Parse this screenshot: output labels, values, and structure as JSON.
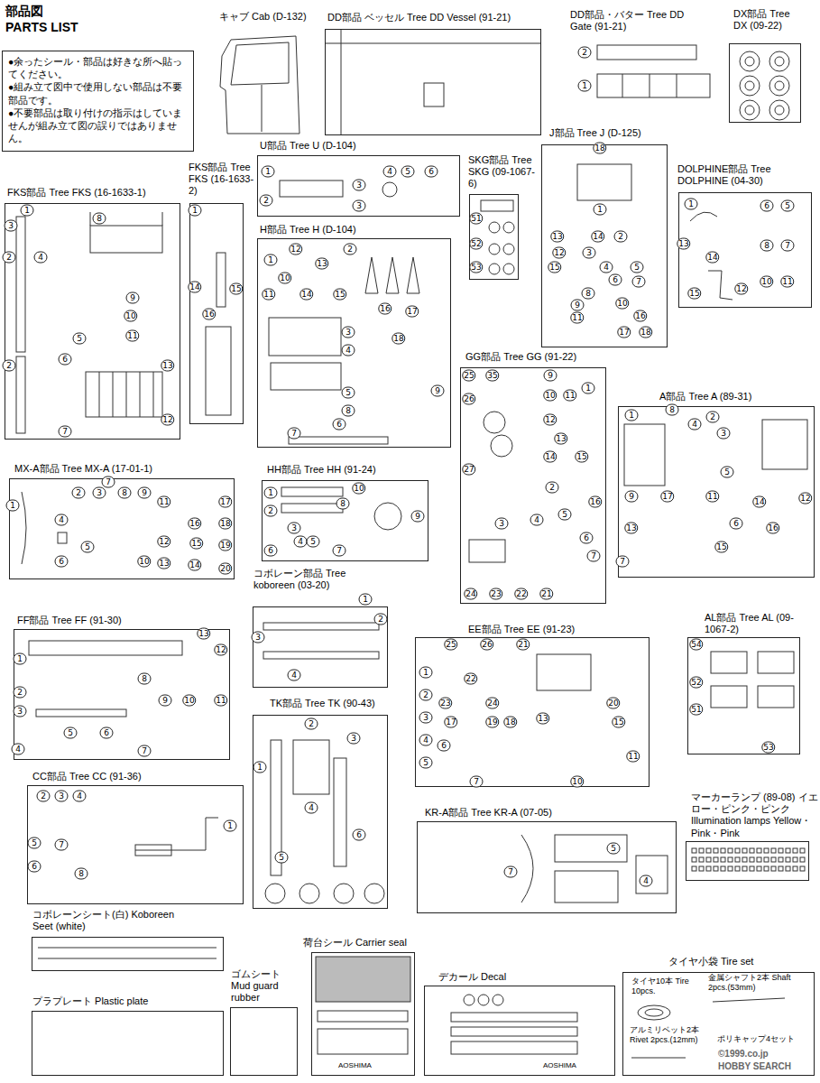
{
  "diagram": {
    "title": "部品図 PARTS LIST",
    "nodes": [
      {
        "text": [
          "●余ったシール・部品は好きな所へ貼ってください。",
          "●組み立て図中で使用しない部品は不要部品です。",
          "●不要部品は取り付けの指示はしていませんが組み立て図の誤りではありません。"
        ]
      },
      {
        "text": [
          "キャブ Cab (D-132)"
        ]
      },
      {
        "text": [
          "DD部品 ベッセル Tree DD Vessel (91-21)"
        ]
      },
      {
        "text": [
          "DD部品・バター Tree DD Gate (91-21)"
        ]
      },
      {
        "text": [
          "DX部品 Tree DX (09-22)"
        ]
      },
      {
        "text": [
          "U部品 Tree U (D-104)"
        ]
      },
      {
        "text": [
          "FKS部品 Tree FKS (16-1633-1)"
        ]
      },
      {
        "text": [
          "FKS部品 Tree FKS (16-1633-2)"
        ]
      },
      {
        "text": [
          "H部品 Tree H (D-104)"
        ]
      },
      {
        "text": [
          "SKG部品 Tree SKG (09-1067-6)"
        ]
      },
      {
        "text": [
          "J部品 Tree J (D-125)"
        ]
      },
      {
        "text": [
          "DOLPHINE部品 Tree DOLPHINE (04-30)"
        ]
      },
      {
        "text": [
          "GG部品 Tree GG (91-22)"
        ]
      },
      {
        "text": [
          "A部品 Tree A (89-31)"
        ]
      },
      {
        "text": [
          "MX-A部品 Tree MX-A (17-01-1)"
        ]
      },
      {
        "text": [
          "HH部品 Tree HH (91-24)"
        ]
      },
      {
        "text": [
          "コボレーン部品 Tree koboreen (03-20)"
        ]
      },
      {
        "text": [
          "FF部品 Tree FF (91-30)"
        ]
      },
      {
        "text": [
          "EE部品 Tree EE (91-23)"
        ]
      },
      {
        "text": [
          "AL部品 Tree AL (09-1067-2)"
        ]
      },
      {
        "text": [
          "TK部品 Tree TK (90-43)"
        ]
      },
      {
        "text": [
          "CC部品 Tree CC (91-36)"
        ]
      },
      {
        "text": [
          "マーカーランプ (89-08) イエロー・ピンク・ピンク Illumination lamps Yellow・Pink・Pink"
        ]
      },
      {
        "text": [
          "KR-A部品 Tree KR-A (07-05)"
        ]
      },
      {
        "text": [
          "コボレーンシート(白) Koboreen Seet (white)"
        ]
      },
      {
        "text": [
          "プラプレート Plastic plate"
        ]
      },
      {
        "text": [
          "ゴムシート Mud guard rubber"
        ]
      },
      {
        "text": [
          "荷台シール Carrier seal"
        ]
      },
      {
        "text": [
          "デカール Decal"
        ]
      },
      {
        "text": [
          "タイヤ小袋 Tire set"
        ]
      }
    ],
    "labels": [
      "2",
      "1",
      "1",
      "2",
      "3",
      "4",
      "5",
      "6",
      "3",
      "1",
      "3",
      "2",
      "4",
      "8",
      "9",
      "10",
      "11",
      "5",
      "6",
      "2",
      "13",
      "12",
      "7",
      "1",
      "14",
      "15",
      "16",
      "12",
      "1",
      "2",
      "13",
      "10",
      "11",
      "14",
      "15",
      "3",
      "4",
      "16",
      "17",
      "18",
      "5",
      "8",
      "9",
      "6",
      "7",
      "51",
      "52",
      "53",
      "18",
      "1",
      "13",
      "14",
      "2",
      "12",
      "3",
      "15",
      "4",
      "5",
      "6",
      "7",
      "8",
      "9",
      "10",
      "11",
      "16",
      "17",
      "18",
      "1",
      "6",
      "5",
      "13",
      "14",
      "8",
      "7",
      "15",
      "12",
      "10",
      "11",
      "25",
      "35",
      "9",
      "1",
      "26",
      "10",
      "11",
      "12",
      "13",
      "27",
      "14",
      "15",
      "2",
      "16",
      "3",
      "4",
      "5",
      "6",
      "7",
      "24",
      "23",
      "22",
      "21",
      "1",
      "8",
      "4",
      "2",
      "3",
      "5",
      "9",
      "17",
      "11",
      "14",
      "12",
      "16",
      "13",
      "6",
      "15",
      "7",
      "7",
      "1",
      "2",
      "3",
      "8",
      "9",
      "11",
      "17",
      "16",
      "18",
      "4",
      "12",
      "15",
      "19",
      "5",
      "6",
      "10",
      "13",
      "14",
      "20",
      "10",
      "1",
      "8",
      "2",
      "9",
      "3",
      "4",
      "5",
      "6",
      "7",
      "1",
      "2",
      "3",
      "4",
      "13",
      "12",
      "1",
      "2",
      "3",
      "8",
      "9",
      "10",
      "11",
      "4",
      "5",
      "6",
      "7",
      "25",
      "26",
      "21",
      "1",
      "22",
      "2",
      "23",
      "24",
      "3",
      "17",
      "19",
      "18",
      "13",
      "20",
      "15",
      "4",
      "6",
      "11",
      "5",
      "7",
      "10",
      "54",
      "52",
      "51",
      "53",
      "2",
      "3",
      "1",
      "4",
      "6",
      "5",
      "2",
      "3",
      "4",
      "1",
      "5",
      "7",
      "6",
      "8",
      "5",
      "7",
      "4",
      "タイヤ10本 Tire 10pcs.",
      "金属シャフト2本 Shaft 2pcs.(53mm)",
      "アルミリベット2本 Rivet 2pcs.(12mm)",
      "ポリキャップ4セット",
      "©1999.co.jp",
      "HOBBY SEARCH",
      "AOSHIMA",
      "AOSHIMA"
    ]
  }
}
